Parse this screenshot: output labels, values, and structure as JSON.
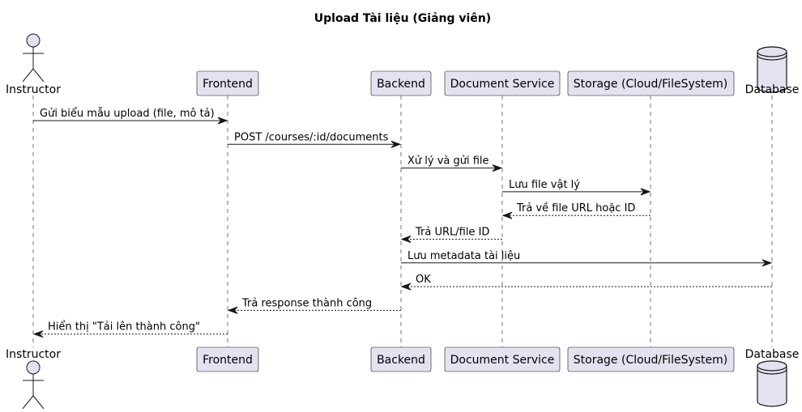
{
  "diagram": {
    "title": "Upload Tài liệu (Giảng viên)",
    "participants": [
      {
        "id": "instructor",
        "label": "Instructor",
        "kind": "actor"
      },
      {
        "id": "frontend",
        "label": "Frontend",
        "kind": "participant"
      },
      {
        "id": "backend",
        "label": "Backend",
        "kind": "participant"
      },
      {
        "id": "docservice",
        "label": "Document Service",
        "kind": "participant"
      },
      {
        "id": "storage",
        "label": "Storage (Cloud/FileSystem)",
        "kind": "participant"
      },
      {
        "id": "database",
        "label": "Database",
        "kind": "database"
      }
    ],
    "messages": [
      {
        "from": "instructor",
        "to": "frontend",
        "label": "Gửi biểu mẫu upload (file, mô tả)",
        "style": "solid"
      },
      {
        "from": "frontend",
        "to": "backend",
        "label": "POST /courses/:id/documents",
        "style": "solid"
      },
      {
        "from": "backend",
        "to": "docservice",
        "label": "Xử lý và gửi file",
        "style": "solid"
      },
      {
        "from": "docservice",
        "to": "storage",
        "label": "Lưu file vật lý",
        "style": "solid"
      },
      {
        "from": "storage",
        "to": "docservice",
        "label": "Trả về file URL hoặc ID",
        "style": "dashed"
      },
      {
        "from": "docservice",
        "to": "backend",
        "label": "Trả URL/file ID",
        "style": "dashed"
      },
      {
        "from": "backend",
        "to": "database",
        "label": "Lưu metadata tài liệu",
        "style": "solid"
      },
      {
        "from": "database",
        "to": "backend",
        "label": "OK",
        "style": "dashed"
      },
      {
        "from": "backend",
        "to": "frontend",
        "label": "Trả response thành công",
        "style": "dashed"
      },
      {
        "from": "frontend",
        "to": "instructor",
        "label": "Hiển thị \"Tải lên thành công\"",
        "style": "dashed"
      }
    ]
  }
}
